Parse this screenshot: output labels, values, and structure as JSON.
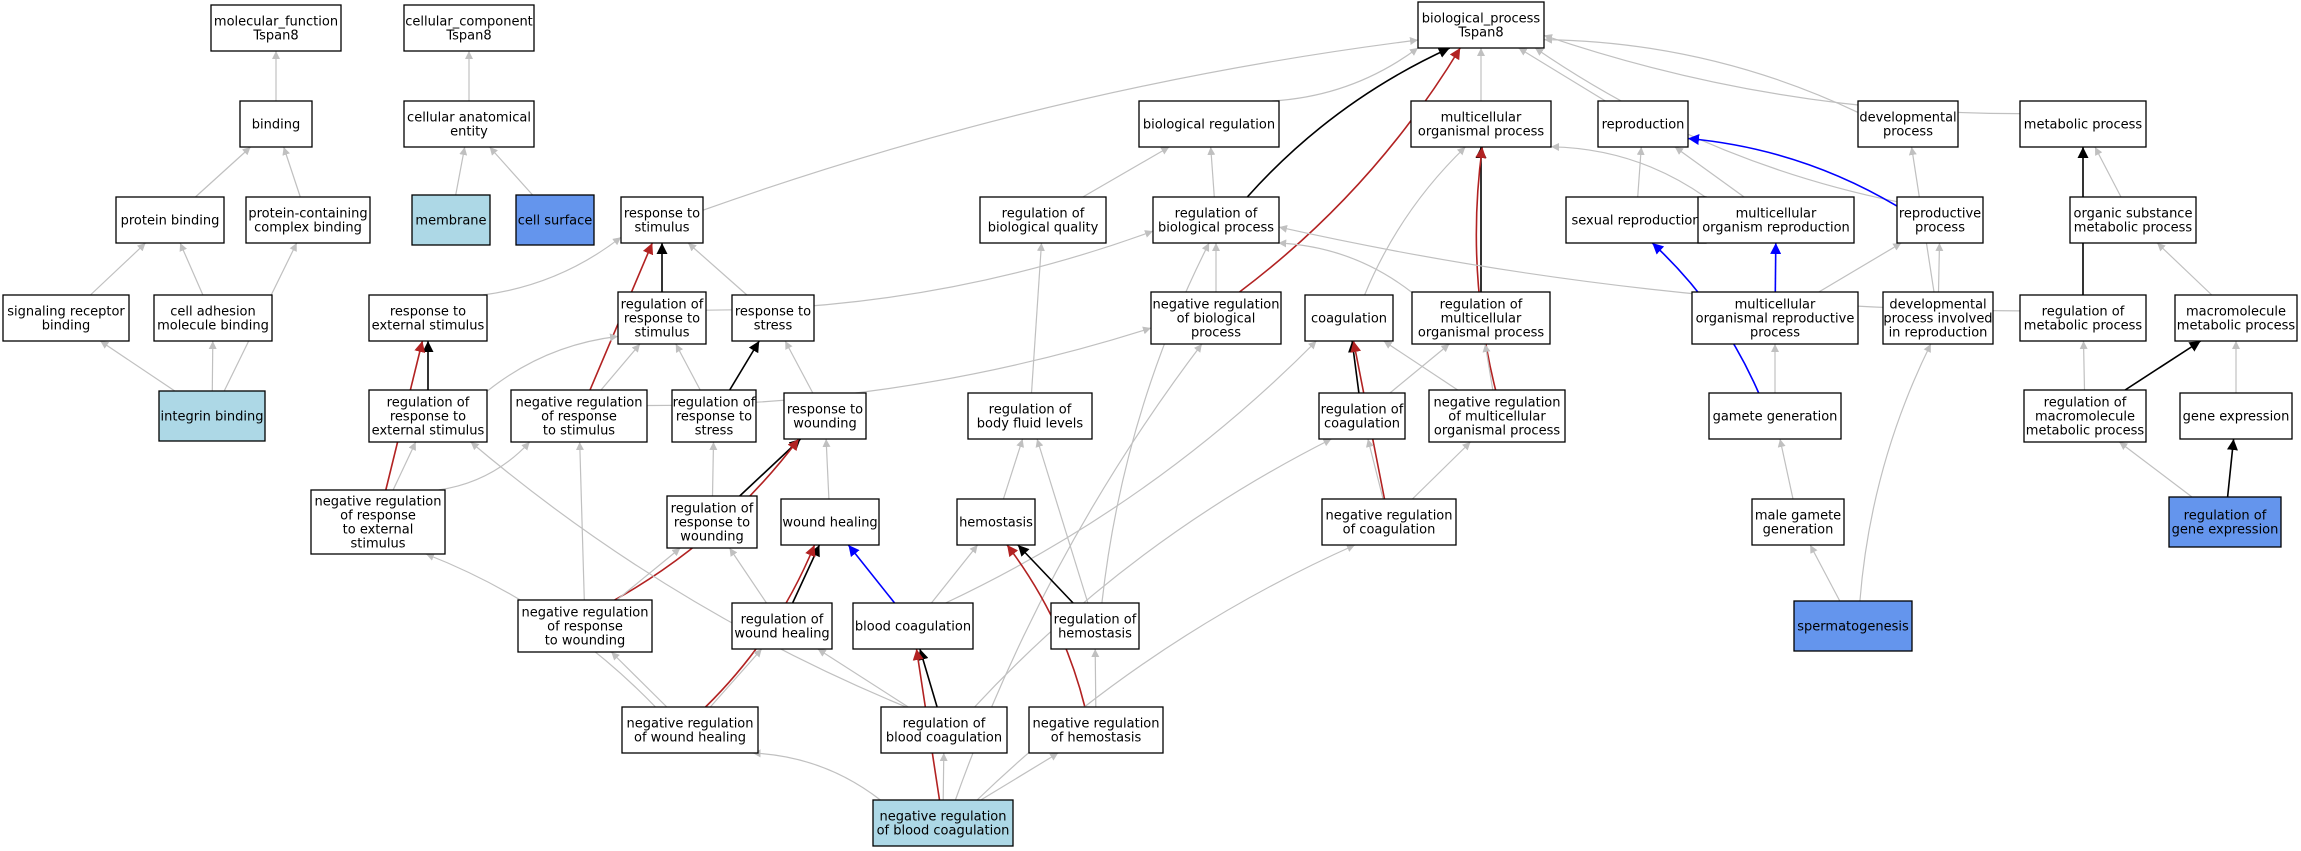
{
  "colors": {
    "node_fill_default": "#ffffff",
    "node_fill_light_blue": "#add8e6",
    "node_fill_blue": "#6495ed",
    "node_stroke": "#000000",
    "edge_gray": "#c0c0c0",
    "edge_black": "#000000",
    "edge_red": "#b22222",
    "edge_blue": "#0000ff"
  },
  "nodes": [
    {
      "id": "mf",
      "label": [
        "molecular_function",
        "Tspan8"
      ],
      "fill": "default"
    },
    {
      "id": "cc",
      "label": [
        "cellular_component",
        "Tspan8"
      ],
      "fill": "default"
    },
    {
      "id": "bp",
      "label": [
        "biological_process",
        "Tspan8"
      ],
      "fill": "default"
    },
    {
      "id": "binding",
      "label": [
        "binding"
      ],
      "fill": "default"
    },
    {
      "id": "cae",
      "label": [
        "cellular anatomical",
        "entity"
      ],
      "fill": "default"
    },
    {
      "id": "bioreg",
      "label": [
        "biological regulation"
      ],
      "fill": "default"
    },
    {
      "id": "mop",
      "label": [
        "multicellular",
        "organismal process"
      ],
      "fill": "default"
    },
    {
      "id": "repro",
      "label": [
        "reproduction"
      ],
      "fill": "default"
    },
    {
      "id": "devp",
      "label": [
        "developmental",
        "process"
      ],
      "fill": "default"
    },
    {
      "id": "metp",
      "label": [
        "metabolic process"
      ],
      "fill": "default"
    },
    {
      "id": "protbind",
      "label": [
        "protein binding"
      ],
      "fill": "default"
    },
    {
      "id": "pccb",
      "label": [
        "protein-containing",
        "complex binding"
      ],
      "fill": "default"
    },
    {
      "id": "membrane",
      "label": [
        "membrane"
      ],
      "fill": "light_blue"
    },
    {
      "id": "cellsurf",
      "label": [
        "cell surface"
      ],
      "fill": "blue"
    },
    {
      "id": "rts",
      "label": [
        "response to",
        "stimulus"
      ],
      "fill": "default"
    },
    {
      "id": "rbq",
      "label": [
        "regulation of",
        "biological quality"
      ],
      "fill": "default"
    },
    {
      "id": "rbp",
      "label": [
        "regulation of",
        "biological process"
      ],
      "fill": "default"
    },
    {
      "id": "sexrep",
      "label": [
        "sexual reproduction"
      ],
      "fill": "default"
    },
    {
      "id": "mor",
      "label": [
        "multicellular",
        "organism reproduction"
      ],
      "fill": "default"
    },
    {
      "id": "repproc",
      "label": [
        "reproductive",
        "process"
      ],
      "fill": "default"
    },
    {
      "id": "osmp",
      "label": [
        "organic substance",
        "metabolic process"
      ],
      "fill": "default"
    },
    {
      "id": "srb",
      "label": [
        "signaling receptor",
        "binding"
      ],
      "fill": "default"
    },
    {
      "id": "camb",
      "label": [
        "cell adhesion",
        "molecule binding"
      ],
      "fill": "default"
    },
    {
      "id": "rtes",
      "label": [
        "response to",
        "external stimulus"
      ],
      "fill": "default"
    },
    {
      "id": "rorts",
      "label": [
        "regulation of",
        "response to",
        "stimulus"
      ],
      "fill": "default"
    },
    {
      "id": "rtstress",
      "label": [
        "response to",
        "stress"
      ],
      "fill": "default"
    },
    {
      "id": "nrbp",
      "label": [
        "negative regulation",
        "of biological",
        "process"
      ],
      "fill": "default"
    },
    {
      "id": "coag",
      "label": [
        "coagulation"
      ],
      "fill": "default"
    },
    {
      "id": "rmop",
      "label": [
        "regulation of",
        "multicellular",
        "organismal process"
      ],
      "fill": "default"
    },
    {
      "id": "morp",
      "label": [
        "multicellular",
        "organismal reproductive",
        "process"
      ],
      "fill": "default"
    },
    {
      "id": "dpir",
      "label": [
        "developmental",
        "process involved",
        "in reproduction"
      ],
      "fill": "default"
    },
    {
      "id": "rmetp",
      "label": [
        "regulation of",
        "metabolic process"
      ],
      "fill": "default"
    },
    {
      "id": "mmp",
      "label": [
        "macromolecule",
        "metabolic process"
      ],
      "fill": "default"
    },
    {
      "id": "intbind",
      "label": [
        "integrin binding"
      ],
      "fill": "light_blue"
    },
    {
      "id": "rrtes",
      "label": [
        "regulation of",
        "response to",
        "external stimulus"
      ],
      "fill": "default"
    },
    {
      "id": "nrrts",
      "label": [
        "negative regulation",
        "of response",
        "to stimulus"
      ],
      "fill": "default"
    },
    {
      "id": "rrtstress",
      "label": [
        "regulation of",
        "response to",
        "stress"
      ],
      "fill": "default"
    },
    {
      "id": "rtw",
      "label": [
        "response to",
        "wounding"
      ],
      "fill": "default"
    },
    {
      "id": "rbfl",
      "label": [
        "regulation of",
        "body fluid levels"
      ],
      "fill": "default"
    },
    {
      "id": "rcoag",
      "label": [
        "regulation of",
        "coagulation"
      ],
      "fill": "default"
    },
    {
      "id": "nrmop",
      "label": [
        "negative regulation",
        "of multicellular",
        "organismal process"
      ],
      "fill": "default"
    },
    {
      "id": "gamgen",
      "label": [
        "gamete generation"
      ],
      "fill": "default"
    },
    {
      "id": "rmmp",
      "label": [
        "regulation of",
        "macromolecule",
        "metabolic process"
      ],
      "fill": "default"
    },
    {
      "id": "geneexp",
      "label": [
        "gene expression"
      ],
      "fill": "default"
    },
    {
      "id": "nrrtes",
      "label": [
        "negative regulation",
        "of response",
        "to external",
        "stimulus"
      ],
      "fill": "default"
    },
    {
      "id": "rrtw",
      "label": [
        "regulation of",
        "response to",
        "wounding"
      ],
      "fill": "default"
    },
    {
      "id": "wh",
      "label": [
        "wound healing"
      ],
      "fill": "default"
    },
    {
      "id": "hemo",
      "label": [
        "hemostasis"
      ],
      "fill": "default"
    },
    {
      "id": "nrcoag",
      "label": [
        "negative regulation",
        "of coagulation"
      ],
      "fill": "default"
    },
    {
      "id": "mgg",
      "label": [
        "male gamete",
        "generation"
      ],
      "fill": "default"
    },
    {
      "id": "rge",
      "label": [
        "regulation of",
        "gene expression"
      ],
      "fill": "blue"
    },
    {
      "id": "nrrtw",
      "label": [
        "negative regulation",
        "of response",
        "to wounding"
      ],
      "fill": "default"
    },
    {
      "id": "rwh",
      "label": [
        "regulation of",
        "wound healing"
      ],
      "fill": "default"
    },
    {
      "id": "bc",
      "label": [
        "blood coagulation"
      ],
      "fill": "default"
    },
    {
      "id": "rhemo",
      "label": [
        "regulation of",
        "hemostasis"
      ],
      "fill": "default"
    },
    {
      "id": "spermato",
      "label": [
        "spermatogenesis"
      ],
      "fill": "blue"
    },
    {
      "id": "nrwh",
      "label": [
        "negative regulation",
        "of wound healing"
      ],
      "fill": "default"
    },
    {
      "id": "rbc",
      "label": [
        "regulation of",
        "blood coagulation"
      ],
      "fill": "default"
    },
    {
      "id": "nrhemo",
      "label": [
        "negative regulation",
        "of hemostasis"
      ],
      "fill": "default"
    },
    {
      "id": "nrbc",
      "label": [
        "negative regulation",
        "of blood coagulation"
      ],
      "fill": "light_blue"
    }
  ],
  "edges": [
    {
      "from": "binding",
      "to": "mf",
      "color": "gray"
    },
    {
      "from": "cae",
      "to": "cc",
      "color": "gray"
    },
    {
      "from": "protbind",
      "to": "binding",
      "color": "gray"
    },
    {
      "from": "pccb",
      "to": "binding",
      "color": "gray"
    },
    {
      "from": "srb",
      "to": "protbind",
      "color": "gray"
    },
    {
      "from": "camb",
      "to": "protbind",
      "color": "gray"
    },
    {
      "from": "intbind",
      "to": "srb",
      "color": "gray"
    },
    {
      "from": "intbind",
      "to": "camb",
      "color": "gray"
    },
    {
      "from": "intbind",
      "to": "pccb",
      "color": "gray"
    },
    {
      "from": "membrane",
      "to": "cae",
      "color": "gray"
    },
    {
      "from": "cellsurf",
      "to": "cae",
      "color": "gray"
    },
    {
      "from": "rts",
      "to": "bp",
      "color": "gray"
    },
    {
      "from": "bioreg",
      "to": "bp",
      "color": "gray"
    },
    {
      "from": "rbp",
      "to": "bp",
      "color": "black"
    },
    {
      "from": "nrbp",
      "to": "bp",
      "color": "red"
    },
    {
      "from": "mop",
      "to": "bp",
      "color": "gray"
    },
    {
      "from": "repro",
      "to": "bp",
      "color": "gray"
    },
    {
      "from": "repproc",
      "to": "bp",
      "color": "gray"
    },
    {
      "from": "devp",
      "to": "bp",
      "color": "gray"
    },
    {
      "from": "metp",
      "to": "bp",
      "color": "gray"
    },
    {
      "from": "rbq",
      "to": "bioreg",
      "color": "gray"
    },
    {
      "from": "rbp",
      "to": "bioreg",
      "color": "gray"
    },
    {
      "from": "mor",
      "to": "mop",
      "color": "gray"
    },
    {
      "from": "coag",
      "to": "mop",
      "color": "gray"
    },
    {
      "from": "rmop",
      "to": "mop",
      "color": "black"
    },
    {
      "from": "nrmop",
      "to": "mop",
      "color": "red"
    },
    {
      "from": "sexrep",
      "to": "repro",
      "color": "gray"
    },
    {
      "from": "mor",
      "to": "repro",
      "color": "gray"
    },
    {
      "from": "repproc",
      "to": "repro",
      "color": "blue"
    },
    {
      "from": "dpir",
      "to": "devp",
      "color": "gray"
    },
    {
      "from": "osmp",
      "to": "metp",
      "color": "gray"
    },
    {
      "from": "rmetp",
      "to": "metp",
      "color": "black"
    },
    {
      "from": "rtes",
      "to": "rts",
      "color": "gray"
    },
    {
      "from": "rorts",
      "to": "rts",
      "color": "black"
    },
    {
      "from": "nrrts",
      "to": "rts",
      "color": "red"
    },
    {
      "from": "rtstress",
      "to": "rts",
      "color": "gray"
    },
    {
      "from": "rbfl",
      "to": "rbq",
      "color": "gray"
    },
    {
      "from": "nrbp",
      "to": "rbp",
      "color": "gray"
    },
    {
      "from": "rorts",
      "to": "rbp",
      "color": "gray"
    },
    {
      "from": "rhemo",
      "to": "rbp",
      "color": "gray"
    },
    {
      "from": "rmop",
      "to": "rbp",
      "color": "gray"
    },
    {
      "from": "rmetp",
      "to": "rbp",
      "color": "gray"
    },
    {
      "from": "gamgen",
      "to": "sexrep",
      "color": "blue"
    },
    {
      "from": "morp",
      "to": "mor",
      "color": "blue"
    },
    {
      "from": "morp",
      "to": "repproc",
      "color": "gray"
    },
    {
      "from": "dpir",
      "to": "repproc",
      "color": "gray"
    },
    {
      "from": "mmp",
      "to": "osmp",
      "color": "gray"
    },
    {
      "from": "rrtes",
      "to": "rtes",
      "color": "black"
    },
    {
      "from": "nrrtes",
      "to": "rtes",
      "color": "red"
    },
    {
      "from": "rrtes",
      "to": "rorts",
      "color": "gray"
    },
    {
      "from": "nrrts",
      "to": "rorts",
      "color": "gray"
    },
    {
      "from": "rrtstress",
      "to": "rorts",
      "color": "gray"
    },
    {
      "from": "rrtstress",
      "to": "rtstress",
      "color": "black"
    },
    {
      "from": "rtw",
      "to": "rtstress",
      "color": "gray"
    },
    {
      "from": "nrrts",
      "to": "nrbp",
      "color": "gray"
    },
    {
      "from": "nrbc",
      "to": "nrbp",
      "color": "gray"
    },
    {
      "from": "rcoag",
      "to": "coag",
      "color": "black"
    },
    {
      "from": "nrcoag",
      "to": "coag",
      "color": "red"
    },
    {
      "from": "bc",
      "to": "coag",
      "color": "gray"
    },
    {
      "from": "rcoag",
      "to": "rmop",
      "color": "gray"
    },
    {
      "from": "nrmop",
      "to": "rmop",
      "color": "gray"
    },
    {
      "from": "nrmop",
      "to": "coag",
      "color": "gray"
    },
    {
      "from": "gamgen",
      "to": "morp",
      "color": "gray"
    },
    {
      "from": "spermato",
      "to": "dpir",
      "color": "gray"
    },
    {
      "from": "rmmp",
      "to": "rmetp",
      "color": "gray"
    },
    {
      "from": "rmmp",
      "to": "mmp",
      "color": "black"
    },
    {
      "from": "geneexp",
      "to": "mmp",
      "color": "gray"
    },
    {
      "from": "nrrtes",
      "to": "rrtes",
      "color": "gray"
    },
    {
      "from": "nrrtes",
      "to": "nrrts",
      "color": "gray"
    },
    {
      "from": "nrrtw",
      "to": "nrrts",
      "color": "gray"
    },
    {
      "from": "rrtw",
      "to": "rrtstress",
      "color": "gray"
    },
    {
      "from": "rrtw",
      "to": "rtw",
      "color": "black"
    },
    {
      "from": "nrrtw",
      "to": "rtw",
      "color": "red"
    },
    {
      "from": "wh",
      "to": "rtw",
      "color": "gray"
    },
    {
      "from": "rhemo",
      "to": "rbfl",
      "color": "gray"
    },
    {
      "from": "hemo",
      "to": "rbfl",
      "color": "gray"
    },
    {
      "from": "nrcoag",
      "to": "rcoag",
      "color": "gray"
    },
    {
      "from": "rbc",
      "to": "rcoag",
      "color": "gray"
    },
    {
      "from": "nrcoag",
      "to": "nrmop",
      "color": "gray"
    },
    {
      "from": "mgg",
      "to": "gamgen",
      "color": "gray"
    },
    {
      "from": "rge",
      "to": "rmmp",
      "color": "gray"
    },
    {
      "from": "rge",
      "to": "geneexp",
      "color": "black"
    },
    {
      "from": "nrwh",
      "to": "nrrtes",
      "color": "gray"
    },
    {
      "from": "nrrtw",
      "to": "rrtw",
      "color": "gray"
    },
    {
      "from": "rwh",
      "to": "rrtw",
      "color": "gray"
    },
    {
      "from": "rwh",
      "to": "wh",
      "color": "black"
    },
    {
      "from": "nrwh",
      "to": "wh",
      "color": "red"
    },
    {
      "from": "bc",
      "to": "wh",
      "color": "blue"
    },
    {
      "from": "bc",
      "to": "hemo",
      "color": "gray"
    },
    {
      "from": "rhemo",
      "to": "hemo",
      "color": "black"
    },
    {
      "from": "nrhemo",
      "to": "hemo",
      "color": "red"
    },
    {
      "from": "nrbc",
      "to": "nrcoag",
      "color": "gray"
    },
    {
      "from": "spermato",
      "to": "mgg",
      "color": "gray"
    },
    {
      "from": "nrwh",
      "to": "nrrtw",
      "color": "gray"
    },
    {
      "from": "nrwh",
      "to": "rwh",
      "color": "gray"
    },
    {
      "from": "rbc",
      "to": "rwh",
      "color": "gray"
    },
    {
      "from": "rbc",
      "to": "bc",
      "color": "black"
    },
    {
      "from": "nrbc",
      "to": "bc",
      "color": "red"
    },
    {
      "from": "nrhemo",
      "to": "rhemo",
      "color": "gray"
    },
    {
      "from": "rbc",
      "to": "rrtes",
      "color": "gray"
    },
    {
      "from": "nrbc",
      "to": "nrwh",
      "color": "gray"
    },
    {
      "from": "nrbc",
      "to": "rbc",
      "color": "gray"
    },
    {
      "from": "nrbc",
      "to": "nrhemo",
      "color": "gray"
    }
  ]
}
